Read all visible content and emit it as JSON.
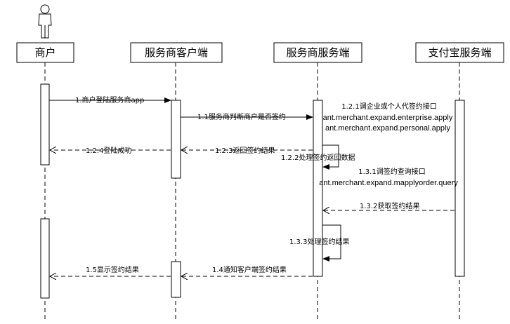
{
  "actor_icon": "person-icon",
  "participants": {
    "merchant": "商户",
    "client": "服务商客户端",
    "server": "服务商服务端",
    "alipay": "支付宝服务端"
  },
  "messages": {
    "m1": "1.商户登陆服务商app",
    "m11": "1.1服务商判断商户是否签约",
    "m121": "1.2.1调企业或个人代签约接口",
    "m121_api1": "ant.merchant.expand.enterprise.apply",
    "m121_api2": "ant.merchant.expand.personal.apply",
    "m122": "1.2.2处理签约返回数据",
    "m123": "1.2.3返回签约结果",
    "m124": "1.2.4登陆成功",
    "m131": "1.3.1调签约查询接口",
    "m131_api": "ant.merchant.expand.mapplyorder.query",
    "m132": "1.3.2获取签约结果",
    "m133": "1.3.3处理签约结果",
    "m14": "1.4通知客户端签约结果",
    "m15": "1.5显示签约结果"
  }
}
